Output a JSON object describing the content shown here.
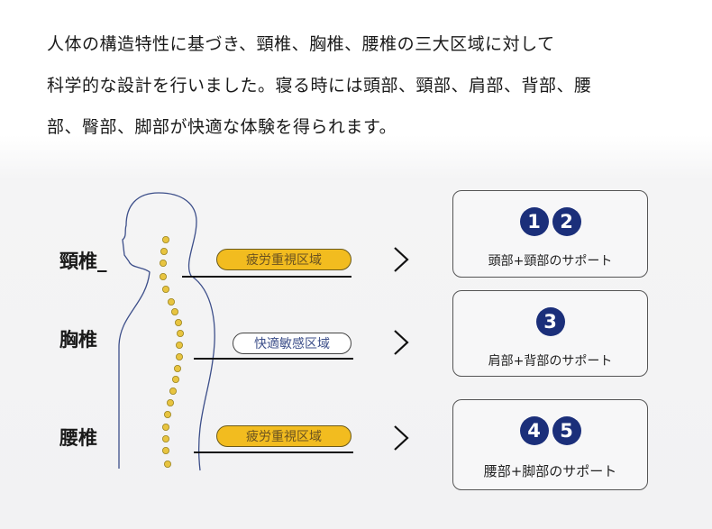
{
  "description_lines": [
    "人体の構造特性に基づき、頸椎、胸椎、腰椎の三大区域に対して",
    "科学的な設計を行いました。寝る時には頭部、頸部、肩部、背部、腰",
    "部、臀部、脚部が快適な体験を得られます。"
  ],
  "regions": [
    {
      "label": "頸椎_",
      "zone": "疲労重視区域",
      "zone_style": "fatigue",
      "numbers": [
        "1",
        "2"
      ],
      "support": "頭部+頸部のサポート"
    },
    {
      "label": "胸椎",
      "zone": "快適敏感区域",
      "zone_style": "comfort",
      "numbers": [
        "3"
      ],
      "support": "肩部+背部のサポート"
    },
    {
      "label": "腰椎",
      "zone": "疲労重視区域",
      "zone_style": "fatigue",
      "numbers": [
        "4",
        "5"
      ],
      "support": "腰部+脚部のサポート"
    }
  ],
  "colors": {
    "fatigue": "#f2bc1f",
    "number_badge": "#1b2f7a",
    "outline": "#3d4f8a",
    "spine_dot": "#e8c440"
  }
}
